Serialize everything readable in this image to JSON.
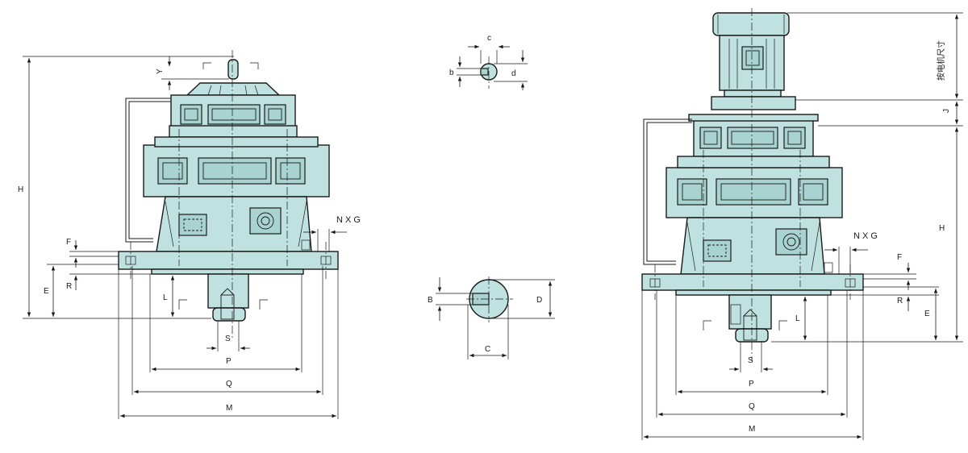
{
  "left_view": {
    "labels": {
      "H": "H",
      "Y": "Y",
      "F": "F",
      "R": "R",
      "E": "E",
      "L": "L",
      "S": "S",
      "P": "P",
      "Q": "Q",
      "M": "M",
      "NXG": "N X G"
    }
  },
  "keyway_top": {
    "labels": {
      "c": "c",
      "b": "b",
      "d": "d"
    }
  },
  "keyway_bottom": {
    "labels": {
      "B": "B",
      "D": "D",
      "C": "C"
    }
  },
  "right_view": {
    "labels": {
      "motor": "按电机尺寸",
      "J": "J",
      "H": "H",
      "F": "F",
      "R": "R",
      "E": "E",
      "L": "L",
      "S": "S",
      "P": "P",
      "Q": "Q",
      "M": "M",
      "NXG": "N X G"
    }
  },
  "colors": {
    "body_fill": "#bfe1df",
    "line": "#1a1a1a",
    "background": "#ffffff"
  }
}
